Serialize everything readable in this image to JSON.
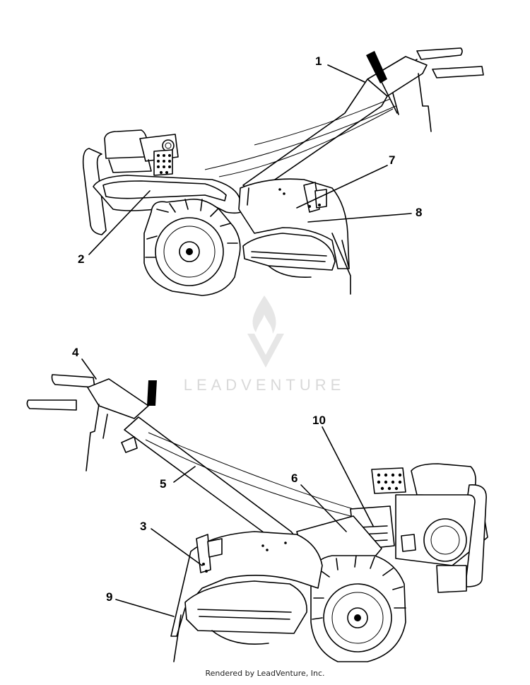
{
  "watermark": {
    "text": "LEADVENTURE",
    "logo_icon": "leadventure-flame-logo-icon"
  },
  "footer": {
    "text": "Rendered by LeadVenture, Inc."
  },
  "callouts": [
    {
      "id": "1",
      "label": "1"
    },
    {
      "id": "2",
      "label": "2"
    },
    {
      "id": "3",
      "label": "3"
    },
    {
      "id": "4",
      "label": "4"
    },
    {
      "id": "5",
      "label": "5"
    },
    {
      "id": "6",
      "label": "6"
    },
    {
      "id": "7",
      "label": "7"
    },
    {
      "id": "8",
      "label": "8"
    },
    {
      "id": "9",
      "label": "9"
    },
    {
      "id": "10",
      "label": "10"
    }
  ],
  "views": [
    {
      "name": "tiller-left-side-view",
      "callouts": [
        "1",
        "2",
        "7",
        "8"
      ]
    },
    {
      "name": "tiller-right-side-view",
      "callouts": [
        "3",
        "4",
        "5",
        "6",
        "9",
        "10"
      ]
    }
  ]
}
